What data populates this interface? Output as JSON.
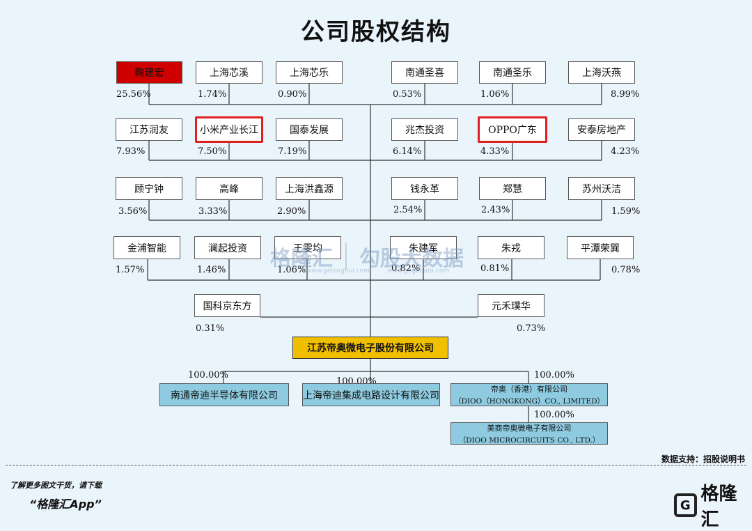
{
  "title": "公司股权结构",
  "shareholders": [
    {
      "name": "鞠建宏",
      "pct": "25.56%"
    },
    {
      "name": "上海芯溪",
      "pct": "1.74%"
    },
    {
      "name": "上海芯乐",
      "pct": "0.90%"
    },
    {
      "name": "南通圣喜",
      "pct": "0.53%"
    },
    {
      "name": "南通圣乐",
      "pct": "1.06%"
    },
    {
      "name": "上海沃燕",
      "pct": "8.99%"
    },
    {
      "name": "江苏润友",
      "pct": "7.93%"
    },
    {
      "name": "小米产业长江",
      "pct": "7.50%"
    },
    {
      "name": "国泰发展",
      "pct": "7.19%"
    },
    {
      "name": "兆杰投资",
      "pct": "6.14%"
    },
    {
      "name": "OPPO广东",
      "pct": "4.33%"
    },
    {
      "name": "安泰房地产",
      "pct": "4.23%"
    },
    {
      "name": "顾宁钟",
      "pct": "3.56%"
    },
    {
      "name": "高峰",
      "pct": "3.33%"
    },
    {
      "name": "上海洪鑫源",
      "pct": "2.90%"
    },
    {
      "name": "钱永革",
      "pct": "2.54%"
    },
    {
      "name": "郑慧",
      "pct": "2.43%"
    },
    {
      "name": "苏州沃洁",
      "pct": "1.59%"
    },
    {
      "name": "金浦智能",
      "pct": "1.57%"
    },
    {
      "name": "澜起投资",
      "pct": "1.46%"
    },
    {
      "name": "王雯均",
      "pct": "1.06%"
    },
    {
      "name": "朱建军",
      "pct": "0.82%"
    },
    {
      "name": "朱戎",
      "pct": "0.81%"
    },
    {
      "name": "平潭荣巽",
      "pct": "0.78%"
    },
    {
      "name": "国科京东方",
      "pct": "0.31%"
    },
    {
      "name": "元禾璞华",
      "pct": "0.73%"
    }
  ],
  "company": "江苏帝奥微电子股份有限公司",
  "subsidiaries": [
    {
      "name": "南通帝迪半导体有限公司",
      "pct": "100.00%"
    },
    {
      "name": "上海帝迪集成电路设计有限公司",
      "pct": "100.00%"
    },
    {
      "name": "帝奥（香港）有限公司",
      "name_en": "（DIOO（HONGKONG）CO., LIMITED）",
      "pct": "100.00%"
    },
    {
      "name": "美商帝奥微电子有限公司",
      "name_en": "（DIOO MICROCIRCUITS CO., LTD.）",
      "pct": "100.00%"
    }
  ],
  "watermark": {
    "brand1": "格隆汇",
    "brand1_url": "www.gelonghui.com",
    "brand2": "勾股大数据",
    "brand2_url": "www.gogudata.com"
  },
  "source": "数据支持：招股说明书",
  "promo": {
    "line1": "了解更多图文干货，请下载",
    "line2": "“格隆汇App”"
  },
  "logo": {
    "icon": "G",
    "text": "格隆汇"
  },
  "colors": {
    "founder": "#d10000",
    "company": "#f0c000",
    "subsidiary": "#8ecbe0",
    "highlight": "#e02020"
  }
}
